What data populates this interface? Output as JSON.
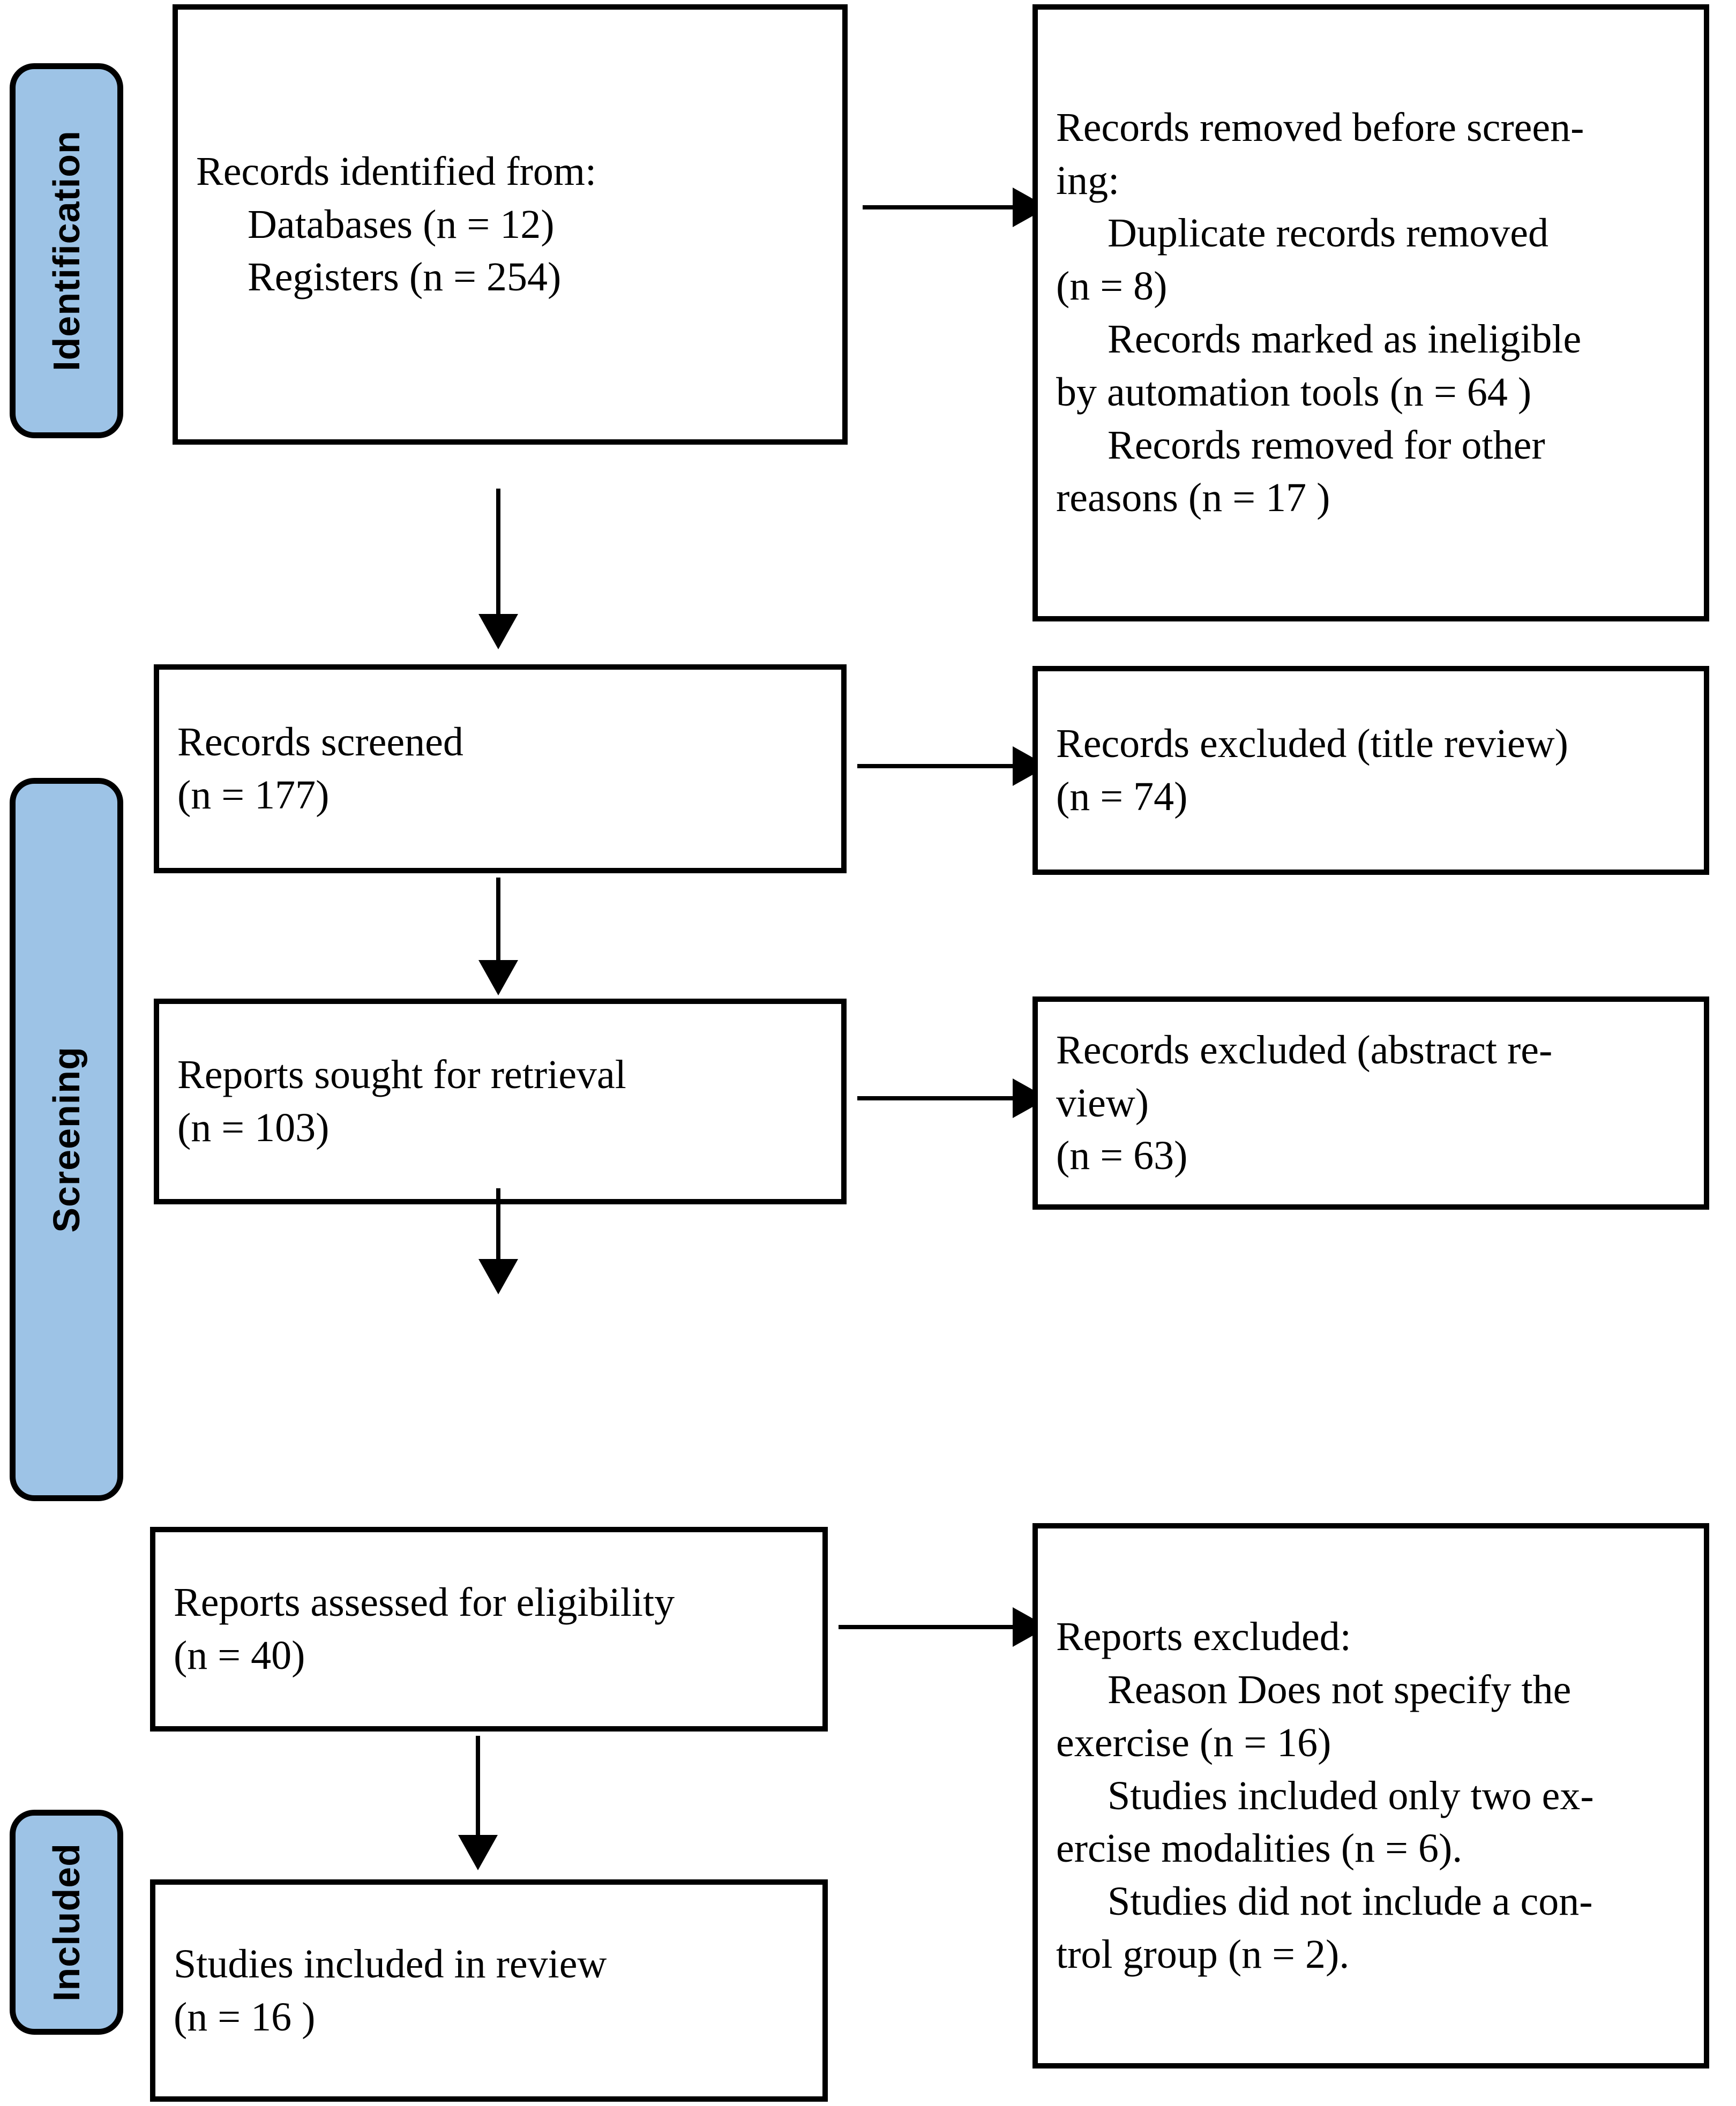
{
  "diagram": {
    "type": "prisma-flow-diagram",
    "accent_color": "#9DC3E6",
    "line_color": "#000000",
    "background_color": "#FFFFFF"
  },
  "stages": [
    {
      "id": "identification",
      "label": "Identification"
    },
    {
      "id": "screening",
      "label": "Screening"
    },
    {
      "id": "included",
      "label": "Included"
    }
  ],
  "boxes": {
    "records_identified": {
      "line1": "Records identified from:",
      "line2": "Databases (n = 12)",
      "line3": "Registers (n = 254)"
    },
    "records_removed": {
      "line1": "Records removed before screen-",
      "line2": "ing:",
      "line3": "Duplicate records removed",
      "line4": "(n = 8)",
      "line5": "Records marked as ineligible",
      "line6": "by automation tools (n = 64 )",
      "line7": "Records removed for other",
      "line8": "reasons (n = 17 )"
    },
    "records_screened": {
      "line1": "Records screened",
      "line2": "(n = 177)"
    },
    "records_excluded_title": {
      "line1": "Records excluded (title review)",
      "line2": "(n = 74)"
    },
    "reports_sought": {
      "line1": "Reports sought for retrieval",
      "line2": "(n = 103)"
    },
    "records_excluded_abstract": {
      "line1": "Records excluded (abstract re-",
      "line2": "view)",
      "line3": "(n = 63)"
    },
    "reports_assessed": {
      "line1": "Reports assessed for eligibility",
      "line2": "(n = 40)"
    },
    "reports_excluded": {
      "line1": "Reports excluded:",
      "line2": "Reason Does not specify the",
      "line3": "exercise (n = 16)",
      "line4": "Studies included only two ex-",
      "line5": "ercise modalities (n = 6).",
      "line6": "Studies did not include a con-",
      "line7": "trol group (n = 2)."
    },
    "studies_included": {
      "line1": "Studies included in review",
      "line2": "(n = 16 )"
    }
  },
  "chart_data": {
    "type": "table",
    "title": "PRISMA 2020 flow diagram",
    "nodes": [
      {
        "name": "Records identified from databases",
        "n": 12
      },
      {
        "name": "Records identified from registers",
        "n": 254
      },
      {
        "name": "Duplicate records removed",
        "n": 8
      },
      {
        "name": "Records marked as ineligible by automation tools",
        "n": 64
      },
      {
        "name": "Records removed for other reasons",
        "n": 17
      },
      {
        "name": "Records screened",
        "n": 177
      },
      {
        "name": "Records excluded (title review)",
        "n": 74
      },
      {
        "name": "Reports sought for retrieval",
        "n": 103
      },
      {
        "name": "Records excluded (abstract review)",
        "n": 63
      },
      {
        "name": "Reports assessed for eligibility",
        "n": 40
      },
      {
        "name": "Reports excluded: Reason Does not specify the exercise",
        "n": 16
      },
      {
        "name": "Reports excluded: Studies included only two exercise modalities",
        "n": 6
      },
      {
        "name": "Reports excluded: Studies did not include a control group",
        "n": 2
      },
      {
        "name": "Studies included in review",
        "n": 16
      }
    ]
  }
}
